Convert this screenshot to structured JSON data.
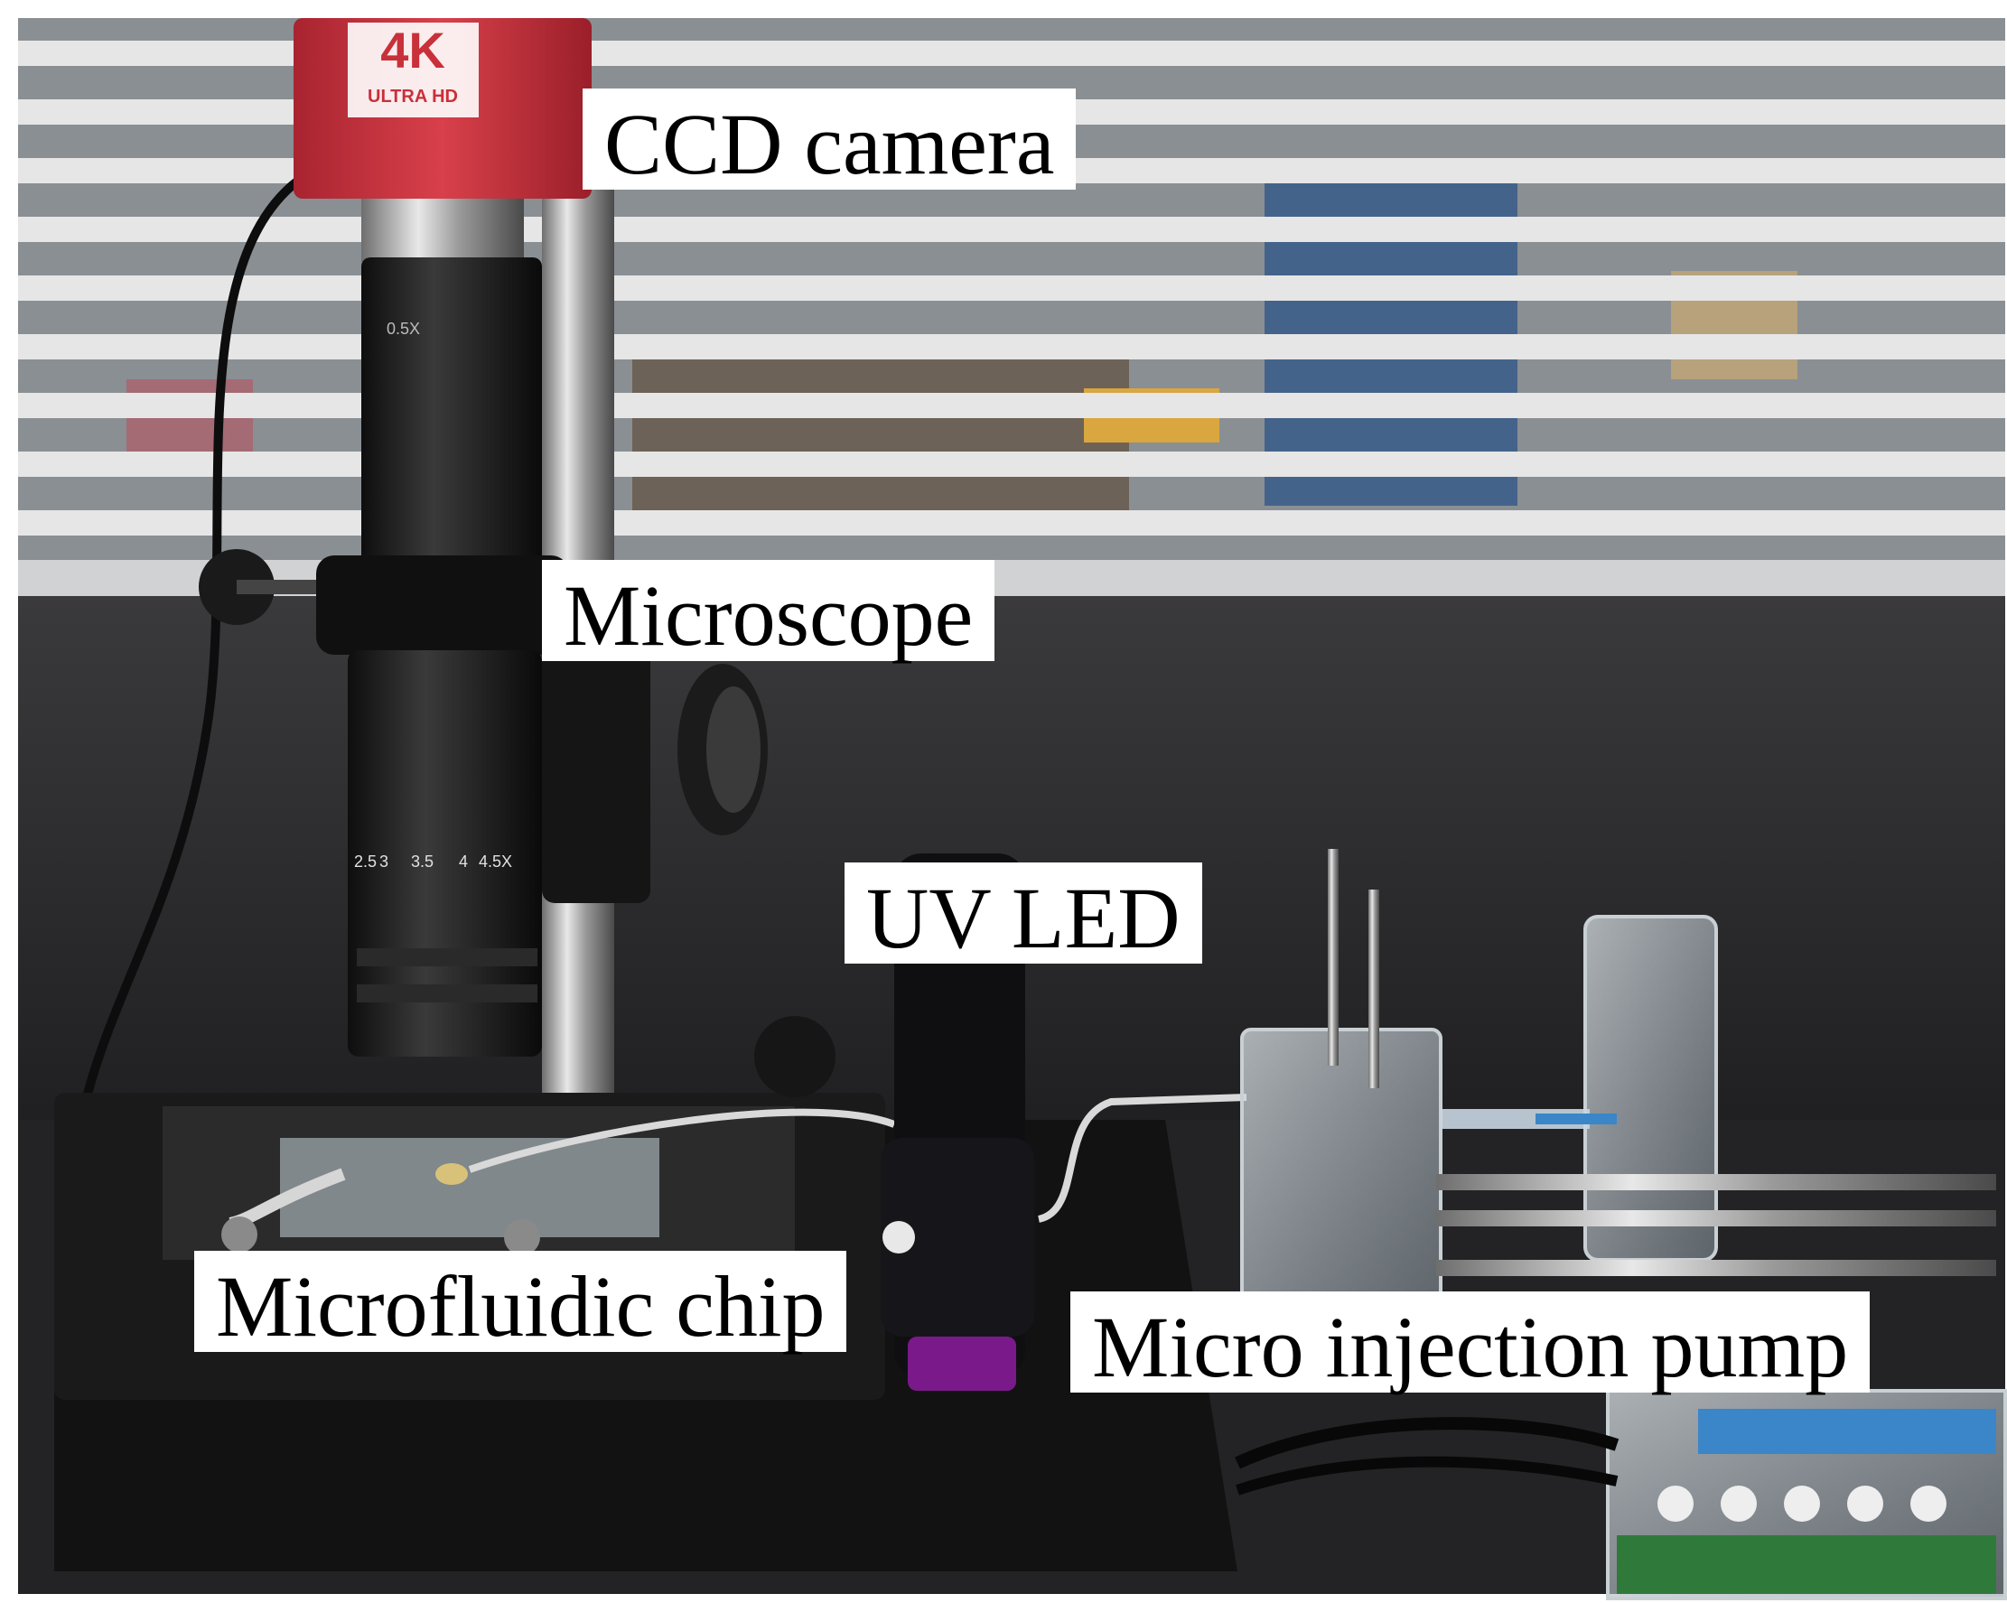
{
  "labels": {
    "ccd_camera": "CCD camera",
    "microscope": "Microscope",
    "uv_led": "UV LED",
    "microfluidic_chip": "Microfluidic chip",
    "micro_injection_pump": "Micro injection pump"
  },
  "camera_badge": {
    "main": "4K",
    "sub": "ULTRA HD"
  },
  "lens_markings": [
    "0.5X",
    "2.5",
    "3",
    "3.5",
    "4",
    "4.5X"
  ],
  "colors": {
    "camera_body": "#c8303a",
    "background_wall": "#2a2a2c",
    "blinds": "#e6e6e6",
    "label_bg": "#ffffff",
    "led_ring": "#7a1a8a",
    "pump_display": "#3a86c8"
  }
}
